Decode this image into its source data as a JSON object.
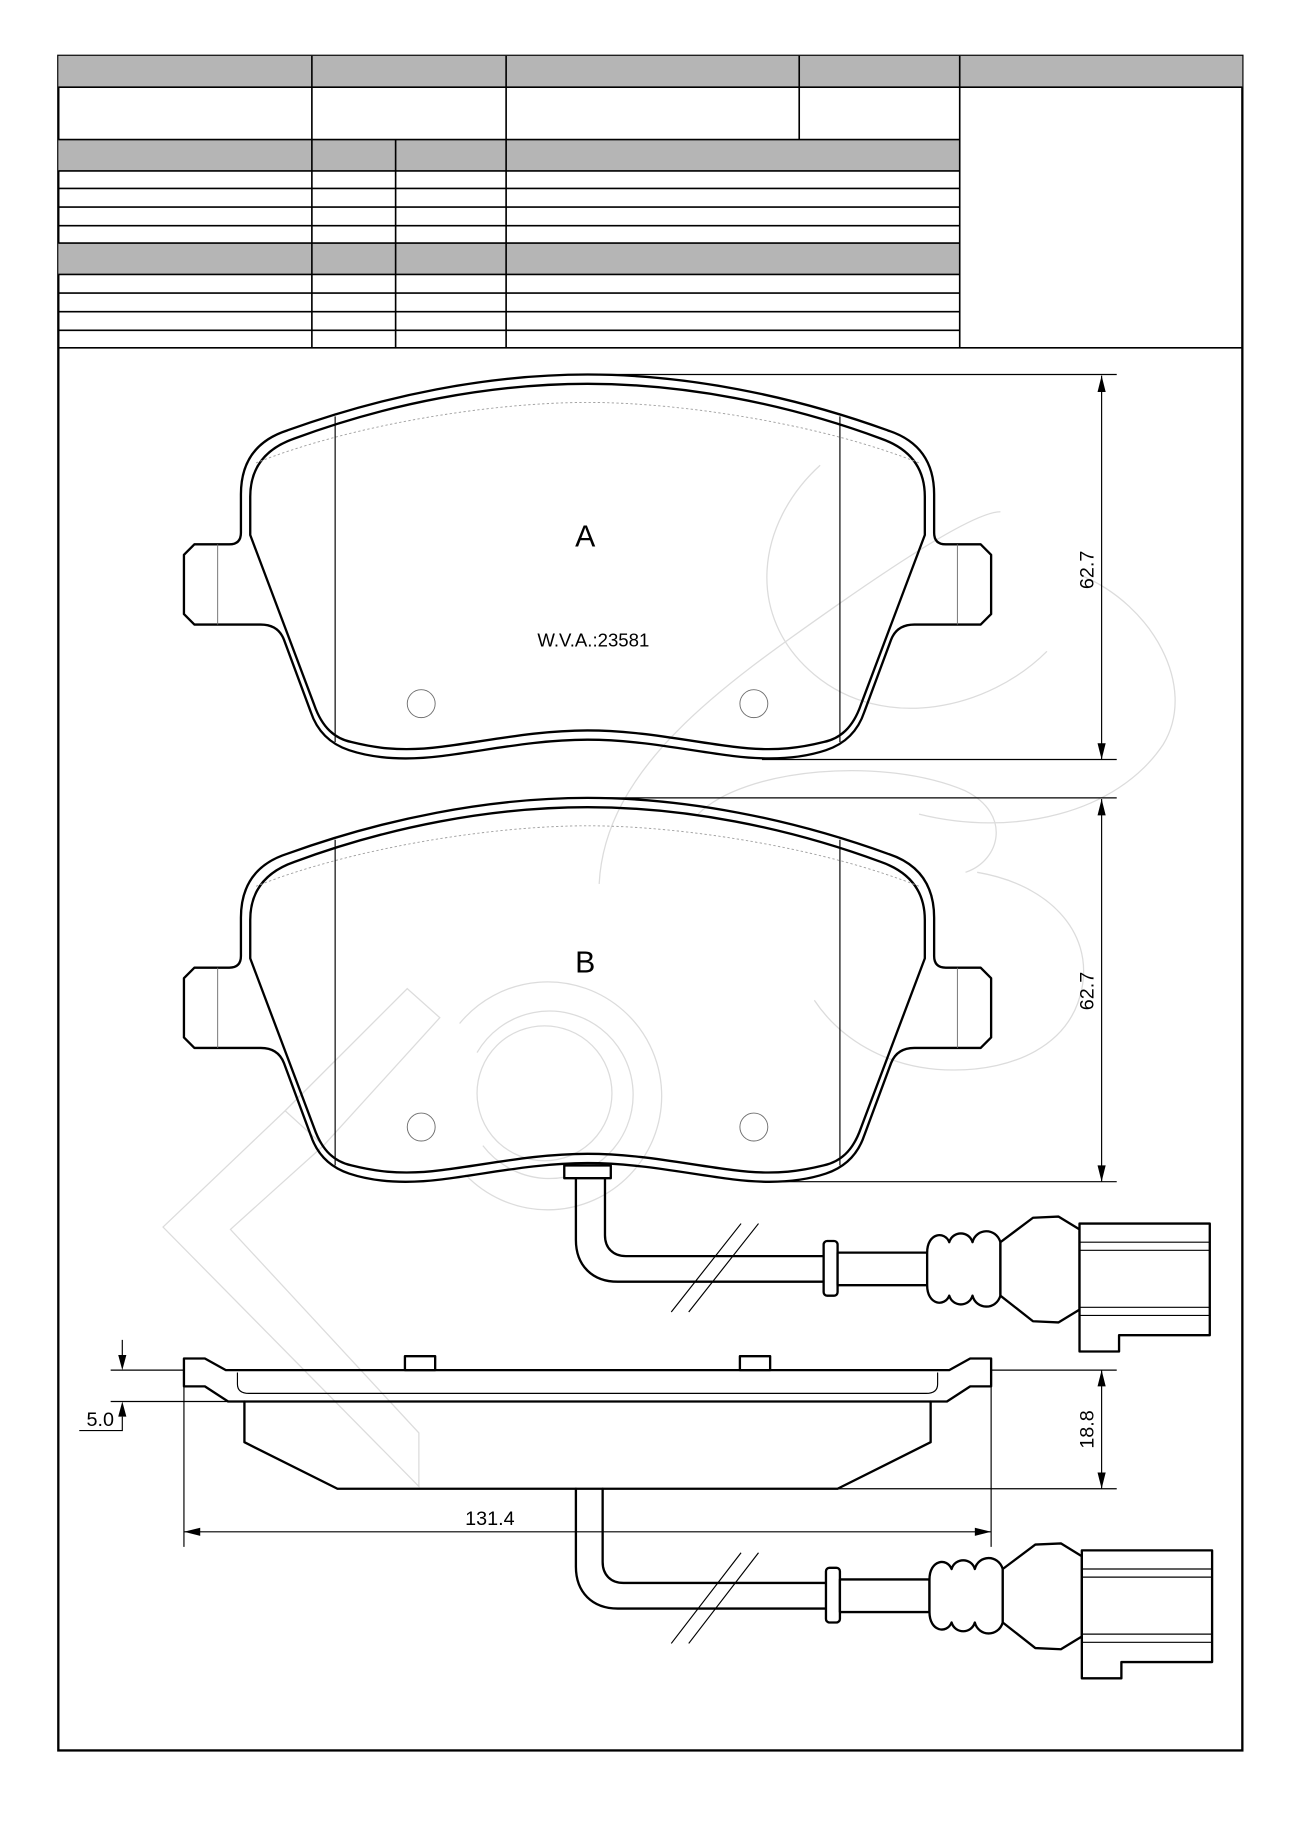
{
  "pad_a": {
    "label": "A",
    "marking": "W.V.A.:23581",
    "height_dimension": "62.7"
  },
  "pad_b": {
    "label": "B",
    "height_dimension": "62.7"
  },
  "side_view": {
    "plate_thickness_dimension": "5.0",
    "total_thickness_dimension": "18.8",
    "width_dimension": "131.4"
  },
  "colors": {
    "line": "#000000",
    "header_fill": "#b5b5b5",
    "watermark": "#dcdcdc"
  }
}
